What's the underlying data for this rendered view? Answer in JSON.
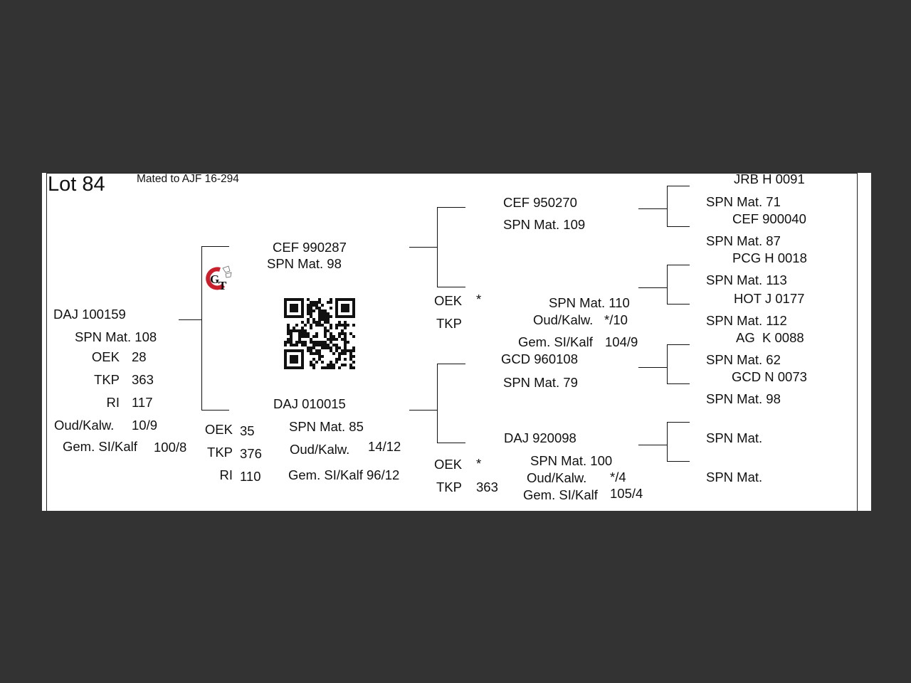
{
  "header": {
    "lot": "Lot 84",
    "mated_to": "Mated to AJF 16-294"
  },
  "animal": {
    "id": "DAJ 100159",
    "spn": "SPN Mat. 108",
    "stats": [
      {
        "label": "OEK",
        "value": "28"
      },
      {
        "label": "TKP",
        "value": "363"
      },
      {
        "label": "RI",
        "value": "117"
      },
      {
        "label": "Oud/Kalw.",
        "value": "10/9"
      },
      {
        "label": "Gem. SI/Kalf",
        "value": "100/8"
      }
    ]
  },
  "sire": {
    "id": "CEF 990287",
    "spn": "SPN Mat. 98"
  },
  "dam": {
    "id": "DAJ 010015",
    "spn": "SPN Mat. 85",
    "stats": [
      {
        "label": "OEK",
        "value": "35"
      },
      {
        "label": "TKP",
        "value": "376"
      },
      {
        "label": "RI",
        "value": "110"
      }
    ],
    "oud_label": "Oud/Kalw.",
    "oud_value": "14/12",
    "gem_label": "Gem. SI/Kalf",
    "gem_value": "96/12"
  },
  "paternal": {
    "sire": {
      "id": "CEF 950270",
      "spn": "SPN Mat. 109"
    },
    "dam": {
      "spn": "SPN Mat. 110",
      "oek_label": "OEK",
      "oek_value": "*",
      "tkp_label": "TKP",
      "oud_label": "Oud/Kalw.",
      "oud_value": "*/10",
      "gem_label": "Gem. SI/Kalf",
      "gem_value": "104/9"
    }
  },
  "maternal": {
    "sire": {
      "id": "GCD 960108",
      "spn": "SPN Mat. 79"
    },
    "dam": {
      "id": "DAJ 920098",
      "spn": "SPN Mat. 100",
      "oek_label": "OEK",
      "oek_value": "*",
      "tkp_label": "TKP",
      "tkp_value": "363",
      "oud_label": "Oud/Kalw.",
      "oud_value": "*/4",
      "gem_label": "Gem. SI/Kalf",
      "gem_value": "105/4"
    }
  },
  "great_grandparents": [
    {
      "id": "JRB H 0091",
      "spn": "SPN Mat. 71"
    },
    {
      "id": "CEF 900040",
      "spn": "SPN Mat. 87"
    },
    {
      "id": "PCG H 0018",
      "spn": "SPN Mat. 113"
    },
    {
      "id": "HOT J 0177",
      "spn": "SPN Mat. 112"
    },
    {
      "id": "AG  K 0088",
      "spn": "SPN Mat. 62"
    },
    {
      "id": "GCD N 0073",
      "spn": "SPN Mat. 98"
    },
    {
      "id": "",
      "spn": "SPN Mat."
    },
    {
      "id": "",
      "spn": "SPN Mat."
    }
  ],
  "logo": {
    "letters": "GT",
    "colors": [
      "#c8202c",
      "#111111"
    ]
  },
  "qr_icon": "qr-code-icon"
}
